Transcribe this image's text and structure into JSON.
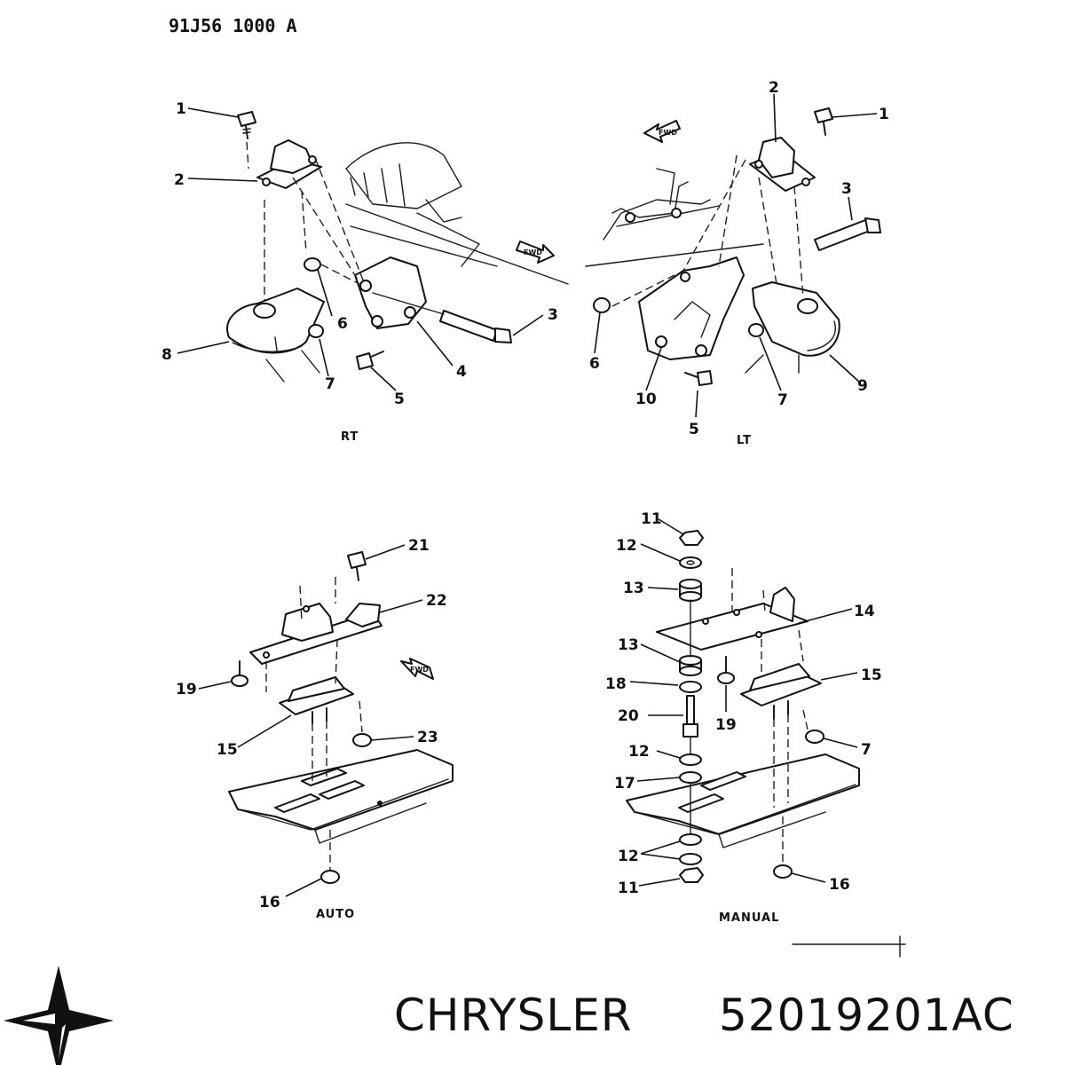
{
  "drawing_number": "91J56 1000 A",
  "views": {
    "rt": "RT",
    "lt": "LT",
    "auto": "AUTO",
    "manual": "MANUAL"
  },
  "fwd_marker": "FWD",
  "brand": {
    "name": "CHRYSLER",
    "part_number": "52019201AC",
    "logo_icon": "pentastar-icon"
  },
  "callouts": {
    "rt": [
      "1",
      "2",
      "6",
      "3",
      "4",
      "8",
      "7",
      "5"
    ],
    "lt": [
      "2",
      "1",
      "3",
      "6",
      "10",
      "5",
      "7",
      "9"
    ],
    "auto": [
      "21",
      "22",
      "19",
      "15",
      "23",
      "16"
    ],
    "manual": [
      "11",
      "12",
      "13",
      "14",
      "13",
      "18",
      "19",
      "15",
      "20",
      "7",
      "12",
      "17",
      "12",
      "11",
      "16"
    ]
  }
}
